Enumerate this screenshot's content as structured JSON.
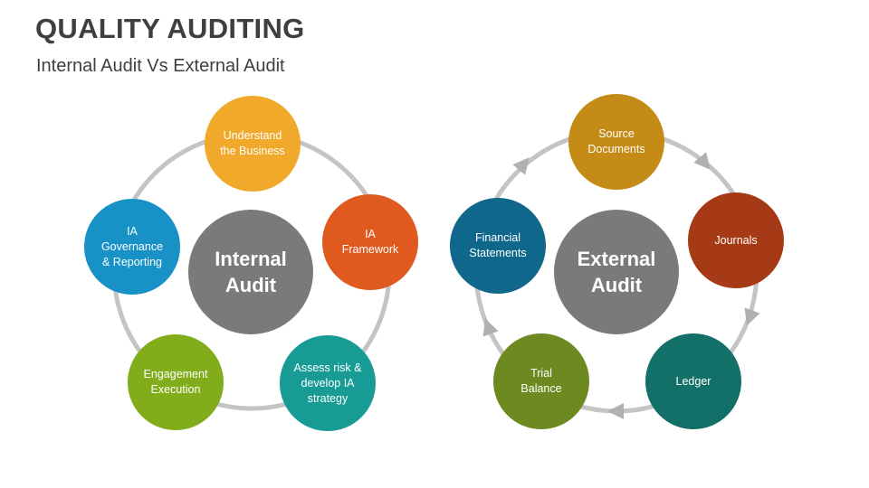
{
  "header": {
    "title": "QUALITY AUDITING",
    "subtitle": "Internal Audit Vs External Audit"
  },
  "colors": {
    "ring": "#c4c4c4",
    "center": "#7a7a7a",
    "arrow": "#b0b0b0"
  },
  "internal": {
    "center_label": "Internal\nAudit",
    "nodes": [
      {
        "label": "Understand\nthe Business",
        "color": "#f0a92b"
      },
      {
        "label": "IA\nFramework",
        "color": "#e05a1f"
      },
      {
        "label": "Assess risk &\ndevelop IA\nstrategy",
        "color": "#179b94"
      },
      {
        "label": "Engagement\nExecution",
        "color": "#82ad1b"
      },
      {
        "label": "IA\nGovernance\n& Reporting",
        "color": "#1791c6"
      }
    ]
  },
  "external": {
    "center_label": "External\nAudit",
    "nodes": [
      {
        "label": "Source\nDocuments",
        "color": "#c58b17"
      },
      {
        "label": "Journals",
        "color": "#a63a16"
      },
      {
        "label": "Ledger",
        "color": "#127068"
      },
      {
        "label": "Trial\nBalance",
        "color": "#6c8a1f"
      },
      {
        "label": "Financial\nStatements",
        "color": "#10678c"
      }
    ]
  }
}
